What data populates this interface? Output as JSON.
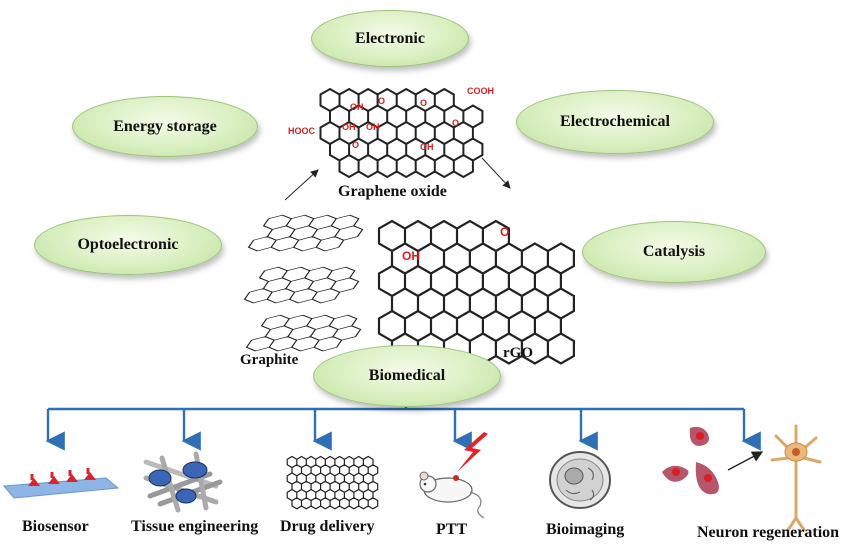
{
  "applications": [
    {
      "label": "Electronic"
    },
    {
      "label": "Energy storage"
    },
    {
      "label": "Electrochemical"
    },
    {
      "label": "Optoelectronic"
    },
    {
      "label": "Catalysis"
    },
    {
      "label": "Biomedical"
    }
  ],
  "materials": {
    "graphene_oxide": "Graphene oxide",
    "graphite": "Graphite",
    "rgo": "rGO"
  },
  "chem_labels": {
    "cooh_right": "COOH",
    "hooc_left": "HOOC",
    "oh": "OH",
    "o": "O"
  },
  "biomedical_uses": [
    {
      "label": "Biosensor"
    },
    {
      "label": "Tissue engineering"
    },
    {
      "label": "Drug delivery"
    },
    {
      "label": "PTT"
    },
    {
      "label": "Bioimaging"
    },
    {
      "label": "Neuron regeneration"
    }
  ],
  "colors": {
    "ellipse_fill": "#d9efc0",
    "tree_line": "#2e6fb5",
    "oxygen_groups": "#d42020"
  }
}
